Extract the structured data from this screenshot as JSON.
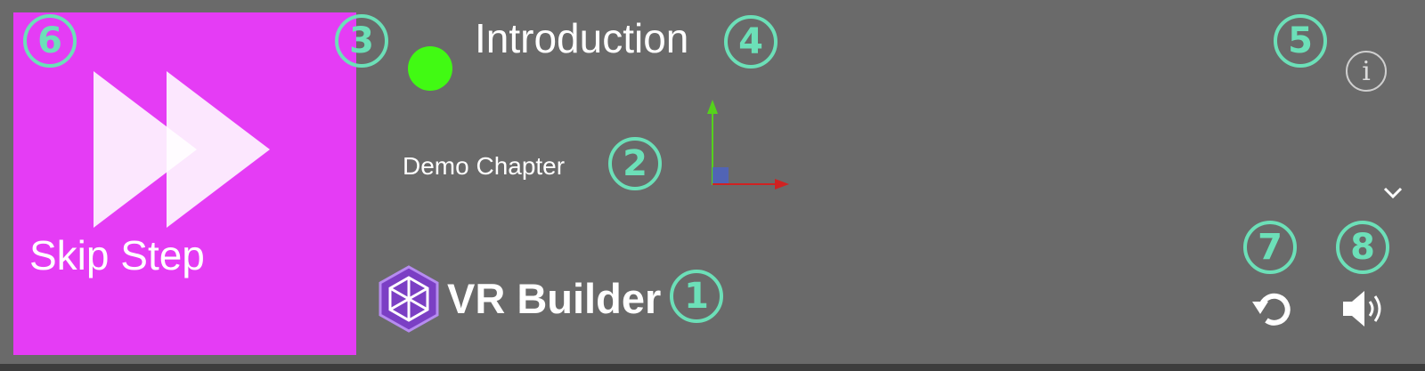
{
  "skip_panel": {
    "label": "Skip Step",
    "icon": "fast-forward-icon",
    "color": "#e53cf5"
  },
  "step": {
    "title": "Introduction",
    "status_color": "#41fa13"
  },
  "chapter": {
    "label": "Demo Chapter"
  },
  "brand": {
    "name": "VR Builder",
    "logo_icon": "vr-builder-logo-icon"
  },
  "controls": {
    "info_icon": "info-icon",
    "chevron_icon": "chevron-down-icon",
    "restart_icon": "restart-icon",
    "sound_icon": "sound-icon"
  },
  "callouts": [
    "1",
    "2",
    "3",
    "4",
    "5",
    "6",
    "7",
    "8"
  ],
  "colors": {
    "background": "#6a6a6a",
    "callout": "#6ce0b8"
  }
}
